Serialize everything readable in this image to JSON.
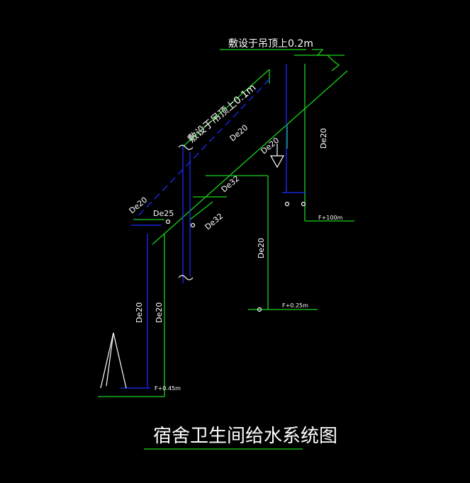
{
  "title": "宿舍卫生间给水系统图",
  "annotations": {
    "ceiling_02": "敷设于吊顶上0.2m",
    "ceiling_01": "敷设于吊顶上0.1m"
  },
  "pipe_labels": {
    "de20_upper_diag": "De20",
    "de20_mid_diag": "De20",
    "de20_right_vert": "De20",
    "de32_a": "De32",
    "de32_b": "De32",
    "de20_left_short": "De20",
    "de25": "De25",
    "de20_center_vert": "De20",
    "de20_left_vert_a": "De20",
    "de20_left_vert_b": "De20"
  },
  "elevations": {
    "f100": "F+100m",
    "f025": "F+0.25m",
    "f045": "F+0.45m"
  },
  "colors": {
    "background": "#000000",
    "pipe_green": "#19d219",
    "pipe_blue": "#1a2cff",
    "text": "#ffffff"
  }
}
